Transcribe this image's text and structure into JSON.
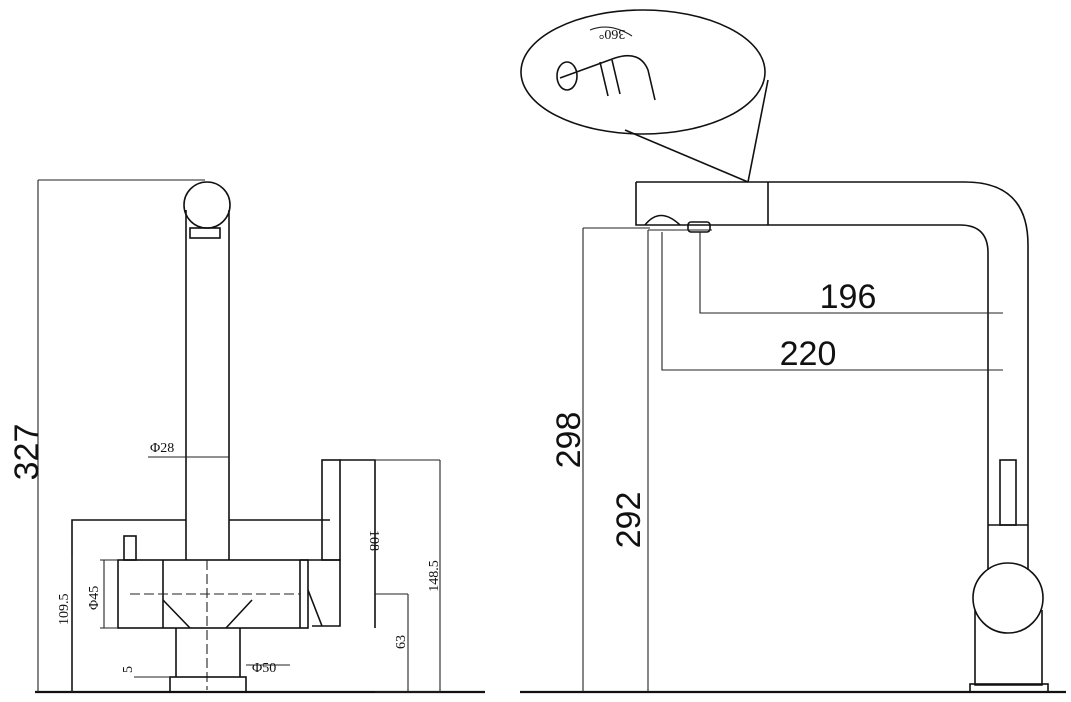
{
  "side_view": {
    "total_height": "327",
    "spout_diameter": "Φ28",
    "body_diameter": "Φ45",
    "body_height": "109.5",
    "handle_height": "108",
    "handle_top_height": "148.5",
    "handle_axis_height": "63",
    "base_thickness": "5",
    "base_diameter": "Φ50"
  },
  "front_view": {
    "reach_outlet": "196",
    "reach_total": "220",
    "height_total": "298",
    "height_outlet": "292",
    "rotation_angle": "360°"
  }
}
